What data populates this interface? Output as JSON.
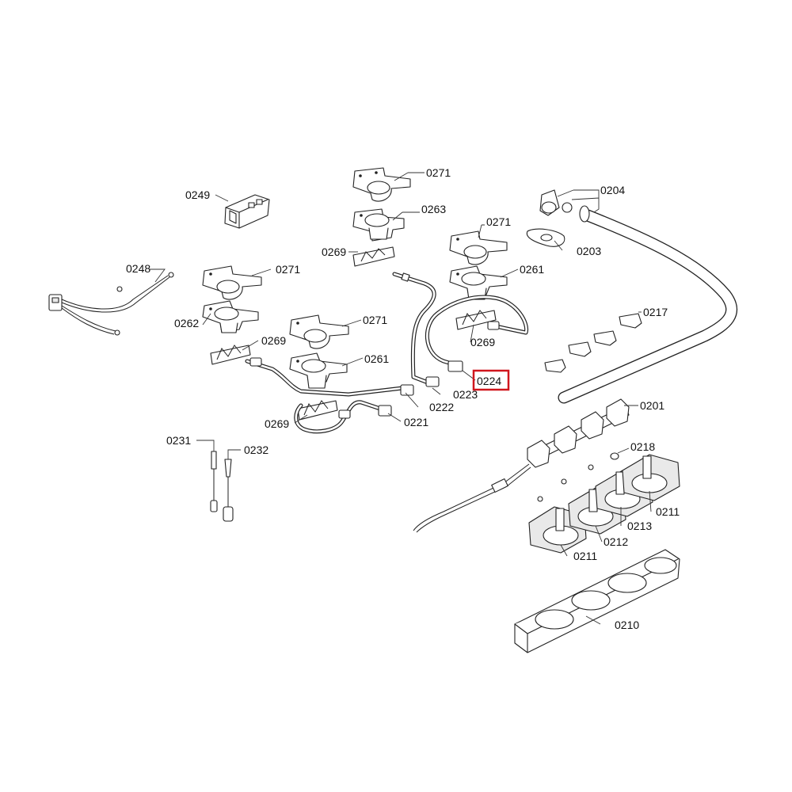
{
  "diagram": {
    "labels": {
      "p0201": "0201",
      "p0203": "0203",
      "p0204": "0204",
      "p0210": "0210",
      "p0211a": "0211",
      "p0211b": "0211",
      "p0212": "0212",
      "p0213": "0213",
      "p0217": "0217",
      "p0218": "0218",
      "p0221": "0221",
      "p0222": "0222",
      "p0223": "0223",
      "p0224": "0224",
      "p0231": "0231",
      "p0232": "0232",
      "p0248": "0248",
      "p0249": "0249",
      "p0261a": "0261",
      "p0261b": "0261",
      "p0262": "0262",
      "p0263": "0263",
      "p0269a": "0269",
      "p0269b": "0269",
      "p0269c": "0269",
      "p0269d": "0269",
      "p0271a": "0271",
      "p0271b": "0271",
      "p0271c": "0271",
      "p0271d": "0271"
    },
    "highlight": {
      "part": "0224",
      "color": "#d0161d"
    }
  }
}
